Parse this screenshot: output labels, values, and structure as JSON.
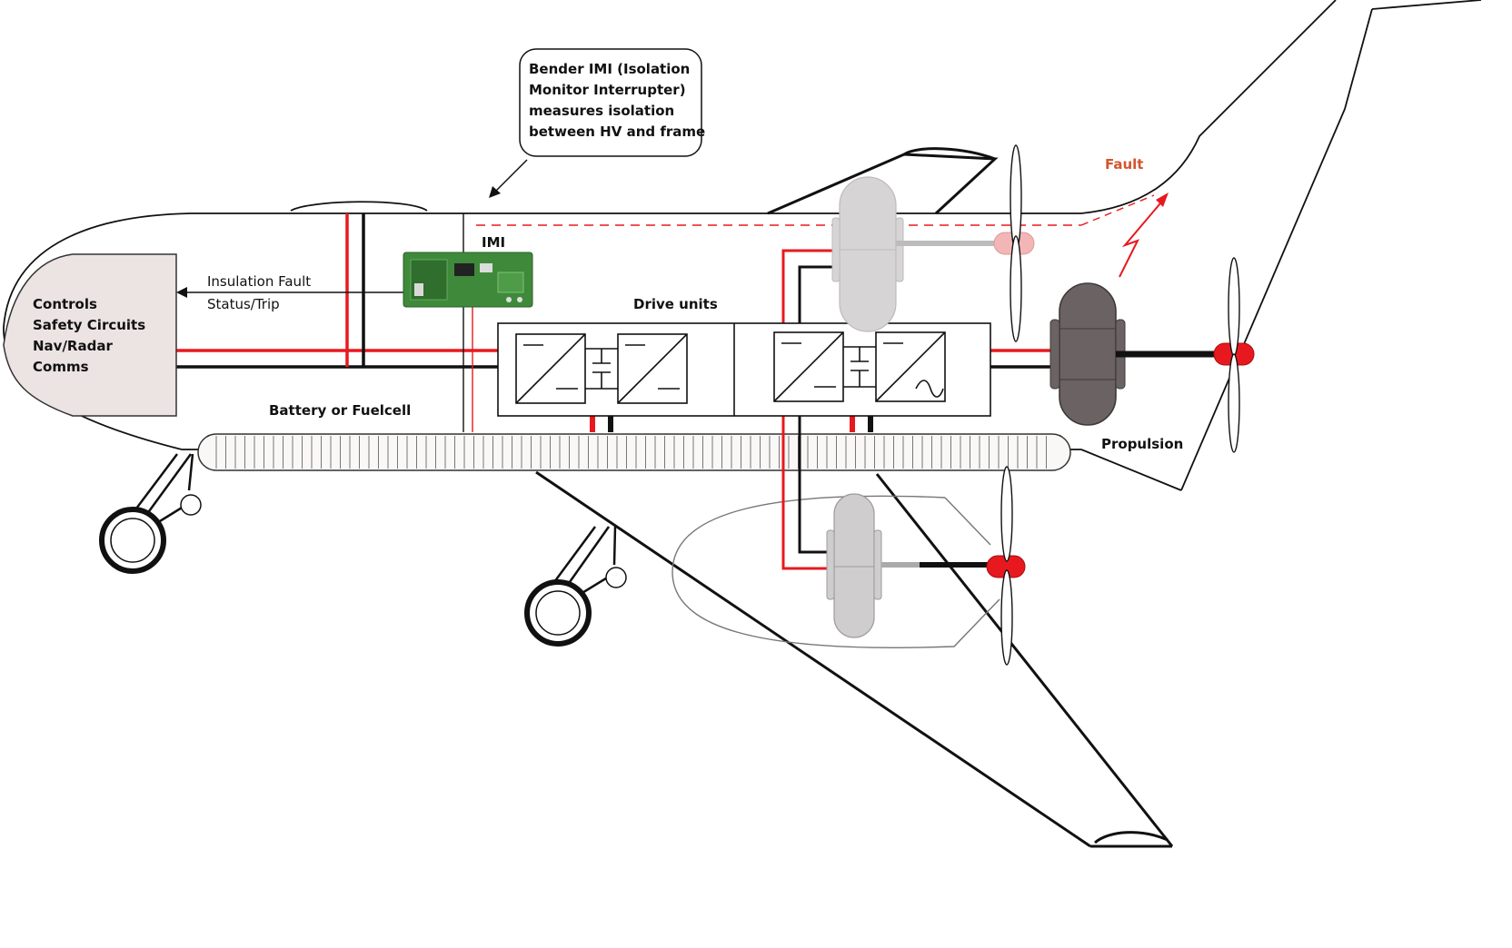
{
  "callout": {
    "line1": "Bender IMI (Isolation",
    "line2": "Monitor Interrupter)",
    "line3": "measures isolation",
    "line4": "between HV and frame"
  },
  "labels": {
    "imi": "IMI",
    "fault": "Fault",
    "drive_units": "Drive units",
    "battery": "Battery or Fuelcell",
    "propulsion": "Propulsion",
    "insulation_fault_line1": "Insulation Fault",
    "insulation_fault_line2": "Status/Trip"
  },
  "controls_box": {
    "line1": "Controls",
    "line2": "Safety Circuits",
    "line3": "Nav/Radar",
    "line4": "Comms"
  },
  "colors": {
    "hv_positive": "#e8191e",
    "hv_negative": "#111111",
    "fault": "#d4552b",
    "controls_fill": "#ece3e3",
    "motor_active": "#6b6363",
    "motor_ghost": "#d6d4d4",
    "spinner": "#e8191e",
    "imi_board": "#3f8a3a"
  }
}
